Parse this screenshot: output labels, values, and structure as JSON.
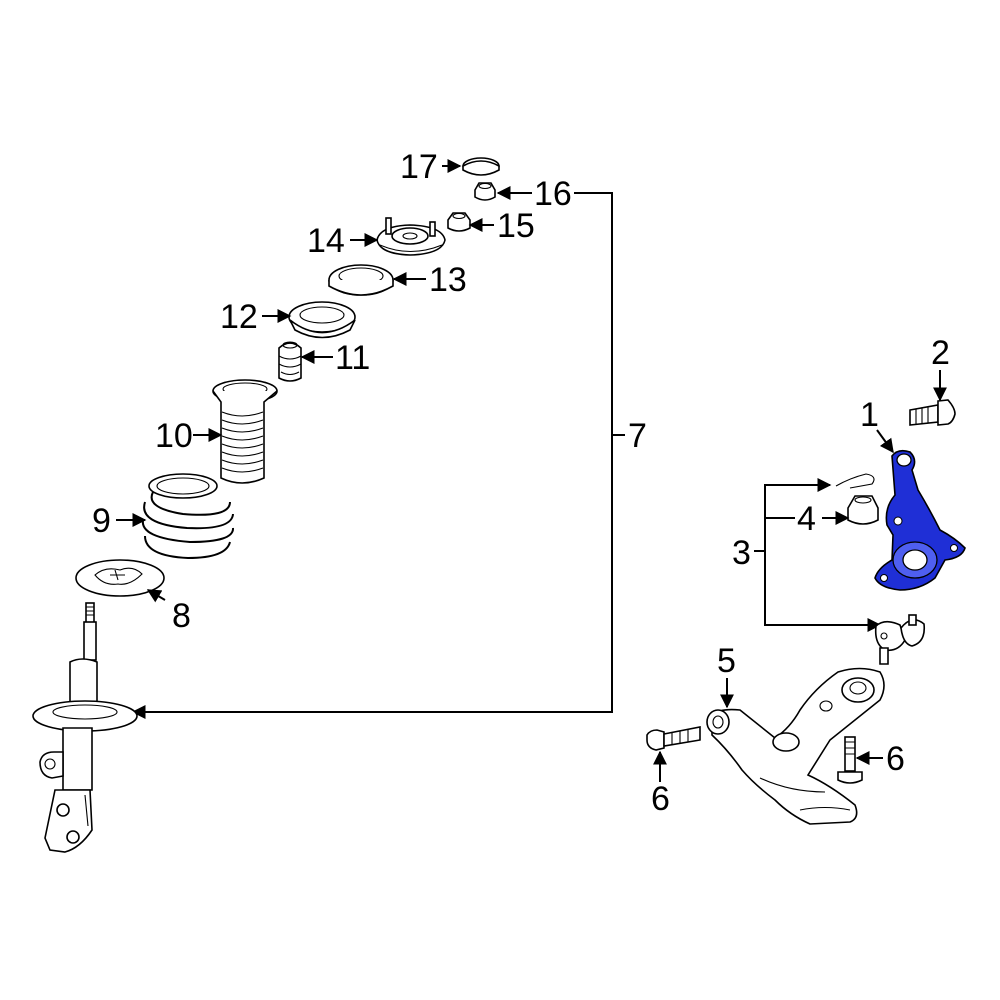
{
  "callouts": {
    "c1": "1",
    "c2": "2",
    "c3": "3",
    "c4": "4",
    "c5": "5",
    "c6a": "6",
    "c6b": "6",
    "c7": "7",
    "c8": "8",
    "c9": "9",
    "c10": "10",
    "c11": "11",
    "c12": "12",
    "c13": "13",
    "c14": "14",
    "c15": "15",
    "c16": "16",
    "c17": "17"
  },
  "colors": {
    "highlight": "#1f2fd6",
    "line": "#000000",
    "background": "#ffffff"
  }
}
